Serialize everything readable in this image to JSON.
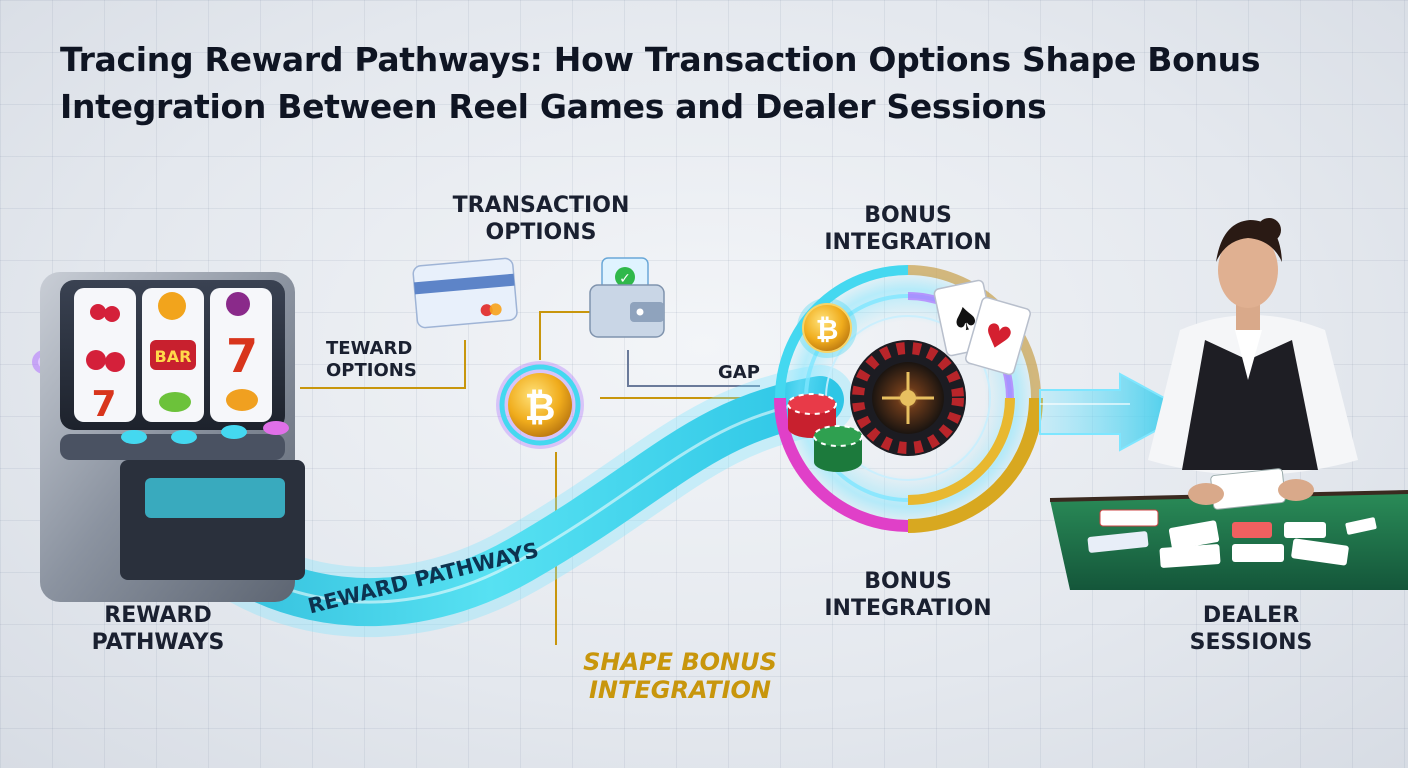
{
  "title": "Tracing Reward Pathways: How Transaction Options Shape Bonus Integration Between Reel Games and Dealer Sessions",
  "labels": {
    "transaction_options": "TRANSACTION OPTIONS",
    "bonus_integration_top": "BONUS INTEGRATION",
    "teward_options": "TEWARD OPTIONS",
    "gap": "GAP",
    "reward_pathways_ribbon": "REWARD PATHWAYS",
    "reward_pathways": "REWARD PATHWAYS",
    "shape_bonus_integration": "SHAPE BONUS INTEGRATION",
    "bonus_integration_bottom": "BONUS INTEGRATION",
    "dealer_sessions": "DEALER SESSIONS"
  },
  "slot_symbols": {
    "bar": "BAR",
    "seven": "7"
  },
  "icons": {
    "bitcoin_symbol": "₿",
    "card_spade": "♠",
    "card_heart": "♥",
    "check": "✓"
  },
  "colors": {
    "ribbon": "#3fd3ea",
    "gold": "#c8960c",
    "magenta": "#e040c8",
    "arrow": "#34c8e8",
    "table_felt": "#1f7a4c"
  }
}
